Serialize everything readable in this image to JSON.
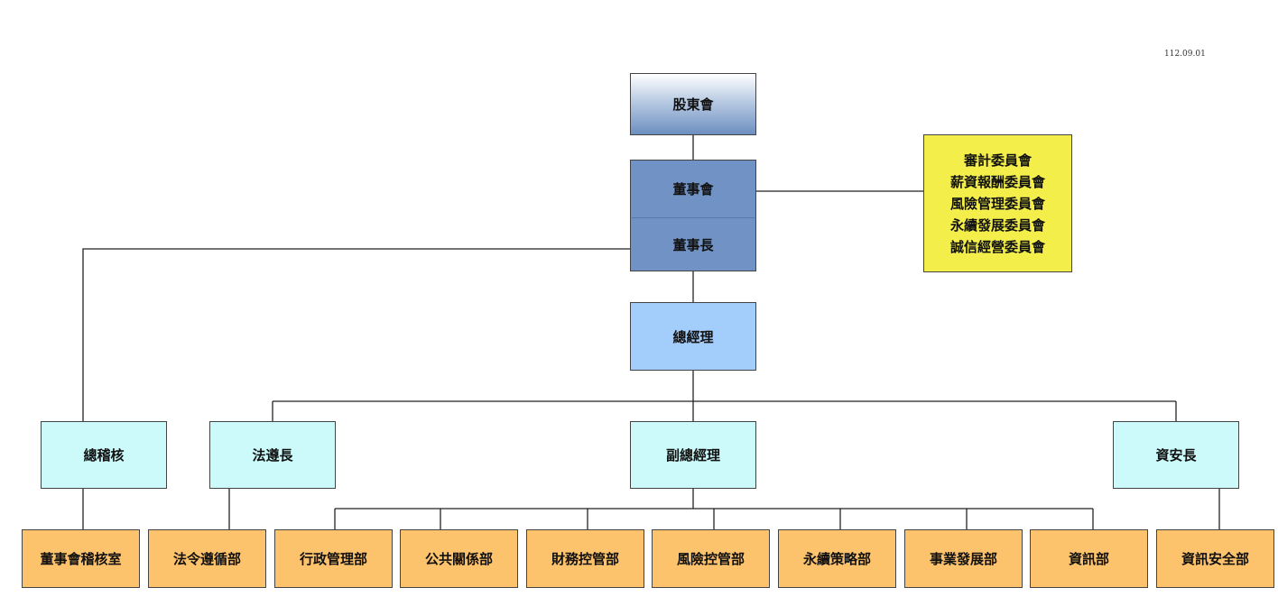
{
  "date": "112.09.01",
  "shareholders": "股東會",
  "board": "董事會",
  "chairman": "董事長",
  "committees": [
    "審計委員會",
    "薪資報酬委員會",
    "風險管理委員會",
    "永續發展委員會",
    "誠信經營委員會"
  ],
  "general_manager": "總經理",
  "chief_auditor": "總稽核",
  "chief_compliance": "法遵長",
  "deputy_gm": "副總經理",
  "ciso": "資安長",
  "departments": {
    "board_audit": "董事會稽核室",
    "legal_compliance": "法令遵循部",
    "admin": "行政管理部",
    "public_relations": "公共關係部",
    "finance": "財務控管部",
    "risk": "風險控管部",
    "sustainability": "永續策略部",
    "business_dev": "事業發展部",
    "it": "資訊部",
    "info_security": "資訊安全部"
  }
}
